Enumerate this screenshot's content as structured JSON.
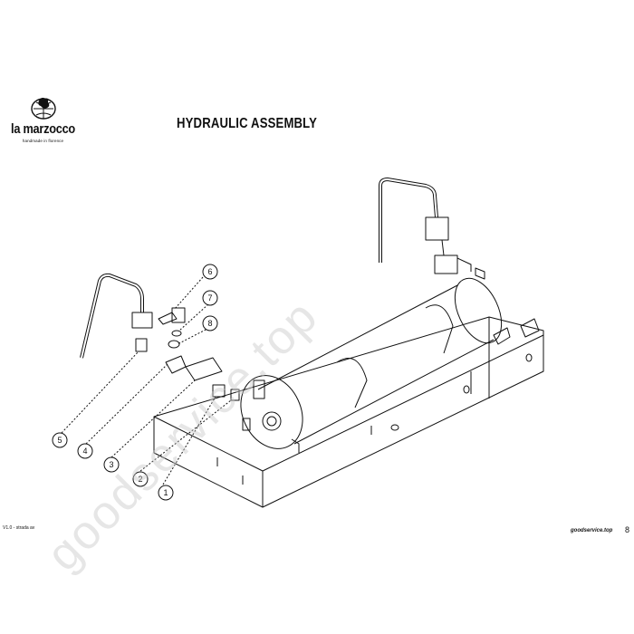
{
  "header": {
    "brand": "la marzocco",
    "tagline": "handmade in florence",
    "title": "HYDRAULIC ASSEMBLY"
  },
  "callouts": [
    "1",
    "2",
    "3",
    "4",
    "5",
    "6",
    "7",
    "8"
  ],
  "footer": {
    "version": "V1.0 - strada av",
    "site": "goodservice.top",
    "page": "8"
  },
  "watermark": "goodservice.top"
}
